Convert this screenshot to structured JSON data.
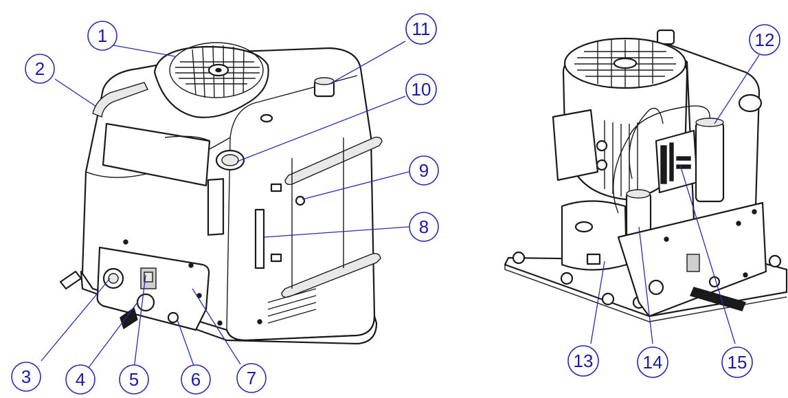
{
  "callouts": [
    {
      "id": 1,
      "label": "1"
    },
    {
      "id": 2,
      "label": "2"
    },
    {
      "id": 3,
      "label": "3"
    },
    {
      "id": 4,
      "label": "4"
    },
    {
      "id": 5,
      "label": "5"
    },
    {
      "id": 6,
      "label": "6"
    },
    {
      "id": 7,
      "label": "7"
    },
    {
      "id": 8,
      "label": "8"
    },
    {
      "id": 9,
      "label": "9"
    },
    {
      "id": 10,
      "label": "10"
    },
    {
      "id": 11,
      "label": "11"
    },
    {
      "id": 12,
      "label": "12"
    },
    {
      "id": 13,
      "label": "13"
    },
    {
      "id": 14,
      "label": "14"
    },
    {
      "id": 15,
      "label": "15"
    }
  ],
  "colors": {
    "callout_ink": "#2a2ab0",
    "line_ink": "#1a1a1a"
  }
}
